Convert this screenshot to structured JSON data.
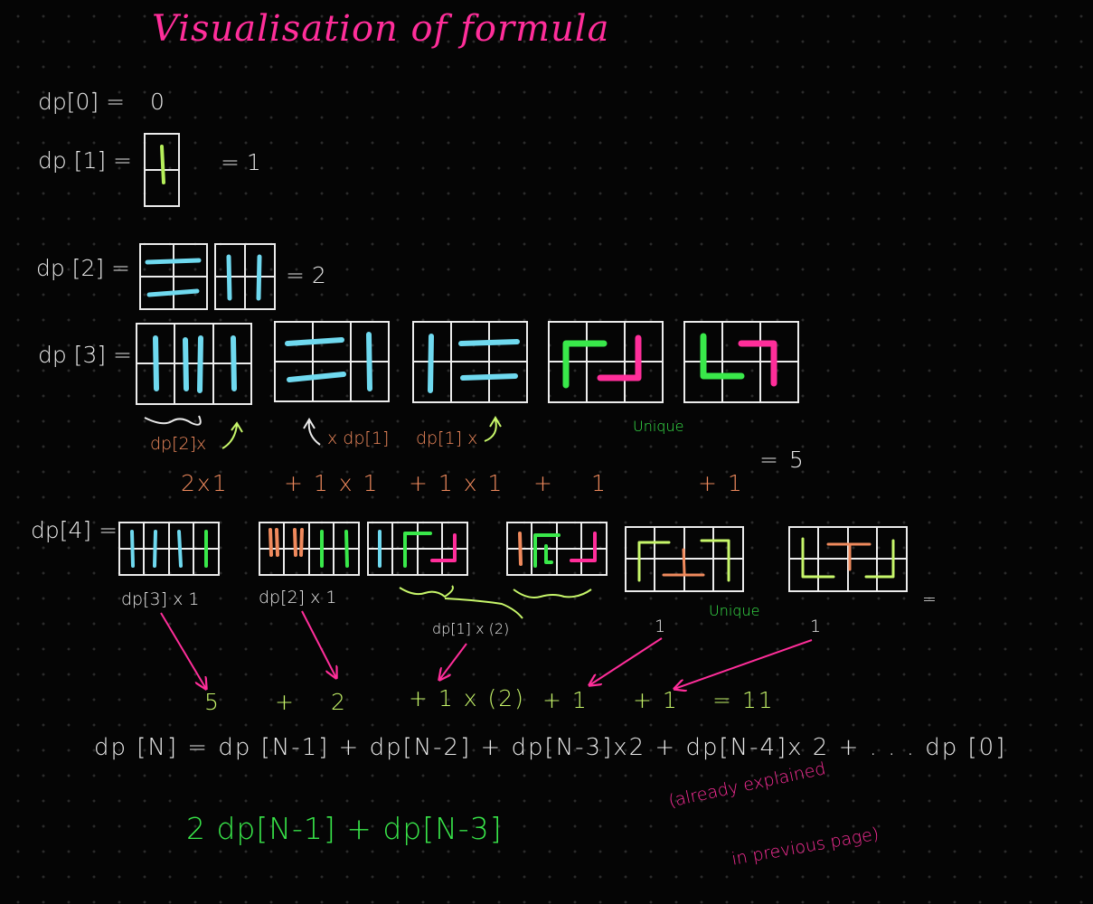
{
  "title": "Visualisation of formula",
  "dp0": {
    "label": "dp[0] =",
    "value": "0"
  },
  "dp1": {
    "label": "dp [1] =",
    "value": "= 1"
  },
  "dp2": {
    "label": "dp [2] =",
    "value": "= 2"
  },
  "dp3": {
    "label": "dp [3] =",
    "notes": [
      "dp[2]x",
      "x dp[1]",
      "dp[1] x",
      "Unique"
    ],
    "sum": [
      "2x1",
      "+ 1 x 1",
      "+ 1 x 1",
      "+",
      "1",
      "+ 1",
      "= 5"
    ]
  },
  "dp4": {
    "label": "dp[4] =",
    "notes": [
      "dp[3] x 1",
      "dp[2] x 1",
      "dp[1] x (2)",
      "Unique",
      "1",
      "1",
      "="
    ],
    "sum": [
      "5",
      "+",
      "2",
      "+ 1 x (2)",
      "+ 1",
      "+ 1",
      "= 11"
    ]
  },
  "formula": "dp [N] = dp [N-1] + dp[N-2] + dp[N-3]x2 +  dp[N-4]x 2  + . . .  dp [0]",
  "simplified": "2 dp[N-1]  + dp[N-3]",
  "note": [
    "(already explained",
    "in previous page)"
  ],
  "colors": {
    "background": "#050505",
    "ink": "#e9e9e9",
    "pink": "#ff2e9a",
    "green": "#39e84a",
    "cyan": "#6fd9ef",
    "lime": "#c7f66a",
    "orange": "#f08a5d"
  }
}
